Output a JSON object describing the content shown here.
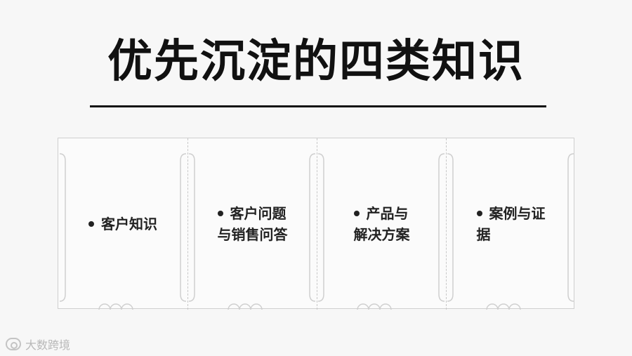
{
  "title": "优先沉淀的四类知识",
  "cards": [
    {
      "lines": [
        "客户知识"
      ]
    },
    {
      "lines": [
        "客户问题",
        "与销售问答"
      ]
    },
    {
      "lines": [
        "产品与",
        "解决方案"
      ]
    },
    {
      "lines": [
        "案例与证",
        "据"
      ]
    }
  ],
  "watermark": {
    "text": "大数跨境",
    "icon": "brand-logo-icon"
  },
  "colors": {
    "text": "#111111",
    "border": "#cfcfcf",
    "background": "#f7f7f7"
  }
}
